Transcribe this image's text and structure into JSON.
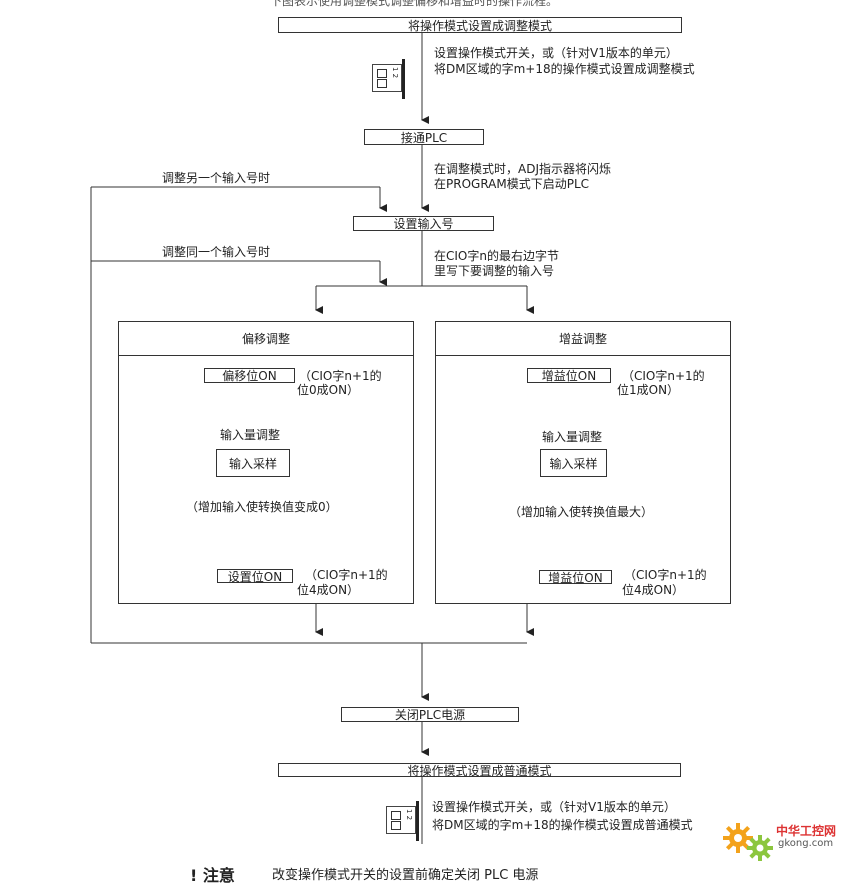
{
  "top_cut_text": "下图表示使用调整模式调整偏移和增益时的操作流程。",
  "steps": {
    "set_adjust_mode": "将操作模式设置成调整模式",
    "power_on": "接通PLC",
    "set_input_no": "设置输入号",
    "power_off": "关闭PLC电源",
    "set_normal_mode": "将操作模式设置成普通模式"
  },
  "notes": {
    "adjust_mode_l1": "设置操作模式开关，或（针对V1版本的单元）",
    "adjust_mode_l2": "将DM区域的字m+18的操作模式设置成调整模式",
    "power_on_l1": "在调整模式时，ADJ指示器将闪烁",
    "power_on_l2": "在PROGRAM模式下启动PLC",
    "input_no_l1": "在CIO字n的最右边字节",
    "input_no_l2": "里写下要调整的输入号",
    "normal_mode_l1": "设置操作模式开关，或（针对V1版本的单元）",
    "normal_mode_l2": "将DM区域的字m+18的操作模式设置成普通模式"
  },
  "loops": {
    "other_input": "调整另一个输入号时",
    "same_input": "调整同一个输入号时"
  },
  "offset_panel": {
    "title": "偏移调整",
    "bit_on": "偏移位ON",
    "bit_desc_l1": "（CIO字n+1的",
    "bit_desc_l2": "位0成ON）",
    "input_adjust": "输入量调整",
    "input_sample": "输入采样",
    "increase_note": "（增加输入使转换值变成0）",
    "set_bit_on": "设置位ON",
    "set_desc_l1": "（CIO字n+1的",
    "set_desc_l2": "位4成ON）"
  },
  "gain_panel": {
    "title": "增益调整",
    "bit_on": "增益位ON",
    "bit_desc_l1": "（CIO字n+1的",
    "bit_desc_l2": "位1成ON）",
    "input_adjust": "输入量调整",
    "input_sample": "输入采样",
    "increase_note": "（增加输入使转换值最大）",
    "set_bit_on": "增益位ON",
    "set_desc_l1": "（CIO字n+1的",
    "set_desc_l2": "位4成ON）"
  },
  "switch_numbers": "1 2",
  "note": {
    "marker": "! 注意",
    "text": "改变操作模式开关的设置前确定关闭 PLC 电源"
  },
  "logo": {
    "name": "中华工控网",
    "domain": "gkong.com"
  }
}
